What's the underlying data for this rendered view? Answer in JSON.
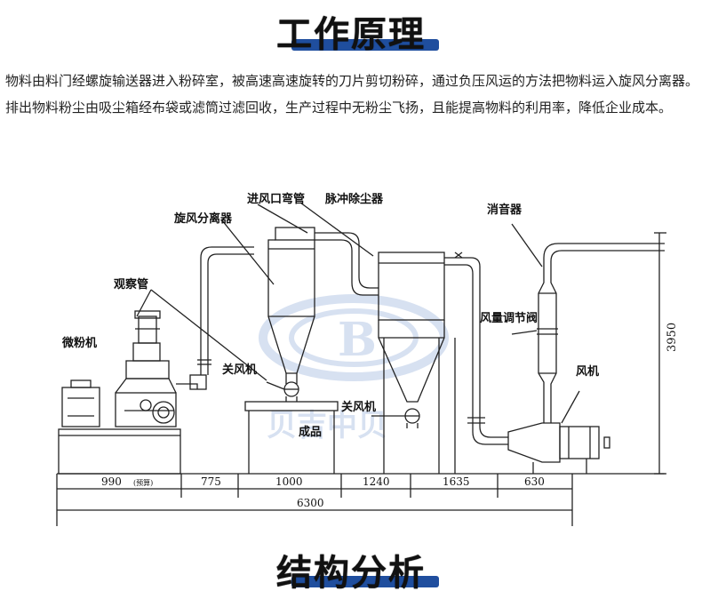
{
  "section1": {
    "title": "工作原理"
  },
  "description": "物料由料门经螺旋输送器进入粉碎室，被高速高速旋转的刀片剪切粉碎，通过负压风运的方法把物料运入旋风分离器。排出物料粉尘由吸尘箱经布袋或滤筒过滤回收，生产过程中无粉尘飞扬，且能提高物料的利用率，降低企业成本。",
  "diagram": {
    "labels": {
      "inlet_elbow": "进风口弯管",
      "pulse_dust": "脉冲除尘器",
      "muffler": "消音器",
      "cyclone": "旋风分离器",
      "observation_tube": "观察管",
      "micro_mill": "微粉机",
      "air_regulator": "风量调节阀",
      "fan": "风机",
      "valve1": "关风机",
      "valve2": "关风机",
      "product": "成品",
      "height": "3950"
    },
    "dimensions": [
      {
        "value": "990",
        "note": "(预算)"
      },
      {
        "value": "775"
      },
      {
        "value": "1000"
      },
      {
        "value": "1240"
      },
      {
        "value": "1635"
      },
      {
        "value": "630"
      }
    ],
    "total": "6300",
    "watermark_letter": "B",
    "watermark_text": "贝吉中贝"
  },
  "section2": {
    "title": "结构分析"
  },
  "colors": {
    "accent": "#1f4e9e",
    "watermark": "#b8c9e6"
  }
}
